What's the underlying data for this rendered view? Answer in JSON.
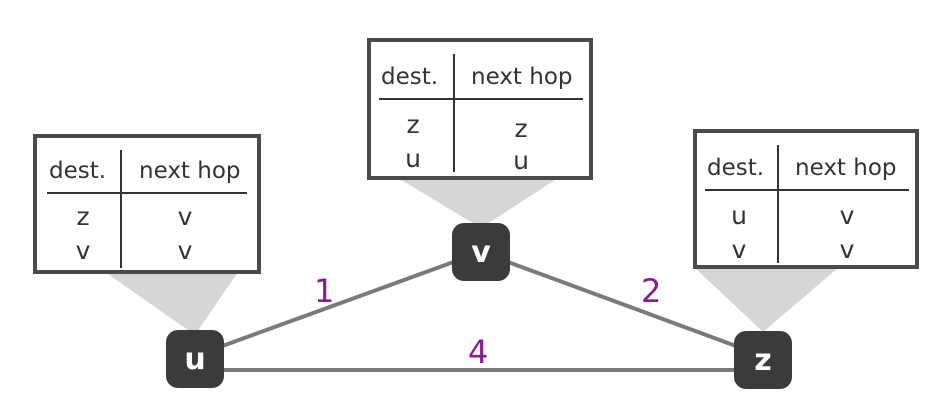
{
  "colors": {
    "node_fill": "#3b3b3b",
    "link": "#7a7a7a",
    "weight_label": "#8a1a8f",
    "callout": "#d6d6d6",
    "table_border": "#4a4a4a"
  },
  "nodes": {
    "u": {
      "label": "u"
    },
    "v": {
      "label": "v"
    },
    "z": {
      "label": "z"
    }
  },
  "links": [
    {
      "from": "u",
      "to": "v",
      "weight": "1"
    },
    {
      "from": "v",
      "to": "z",
      "weight": "2"
    },
    {
      "from": "u",
      "to": "z",
      "weight": "4"
    }
  ],
  "tables": {
    "u": {
      "header_dest": "dest.",
      "header_next": "next hop",
      "rows": [
        {
          "dest": "z",
          "next": "v"
        },
        {
          "dest": "v",
          "next": "v"
        }
      ]
    },
    "v": {
      "header_dest": "dest.",
      "header_next": "next hop",
      "rows": [
        {
          "dest": "z",
          "next": "z"
        },
        {
          "dest": "u",
          "next": "u"
        }
      ]
    },
    "z": {
      "header_dest": "dest.",
      "header_next": "next hop",
      "rows": [
        {
          "dest": "u",
          "next": "v"
        },
        {
          "dest": "v",
          "next": "v"
        }
      ]
    }
  }
}
